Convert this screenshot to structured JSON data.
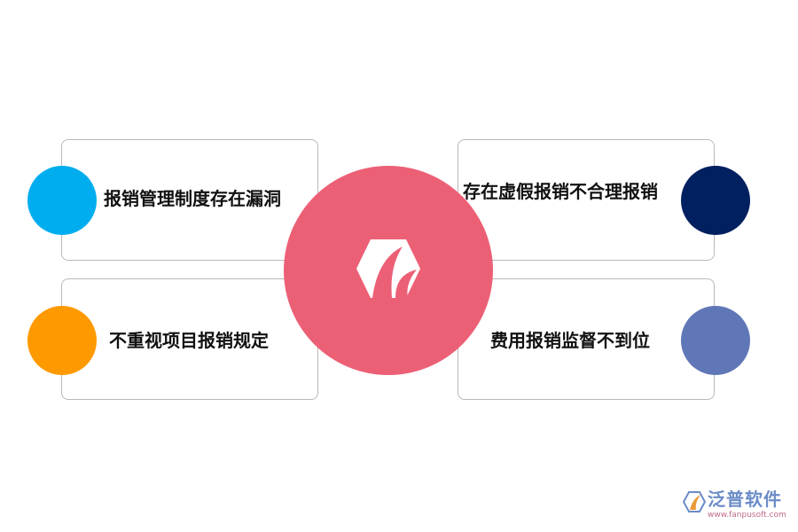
{
  "items": [
    {
      "text": "报销管理制度存在漏洞",
      "color": "#00aeef"
    },
    {
      "text": "不重视项目报销规定",
      "color": "#ff9900"
    },
    {
      "text": "存在虚假报销不合理报销",
      "color": "#002060"
    },
    {
      "text": "费用报销监督不到位",
      "color": "#6077b7"
    }
  ],
  "center": {
    "color": "#ec6076",
    "icon": "hexagon-logo-icon"
  },
  "brand": {
    "name": "泛普软件",
    "url": "www.fanpusoft.com",
    "icon": "fanpu-logo-icon"
  }
}
